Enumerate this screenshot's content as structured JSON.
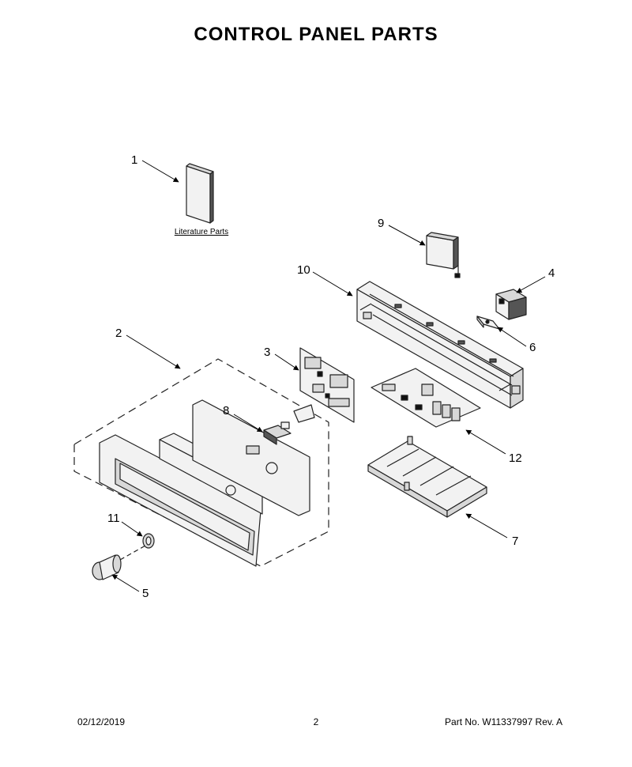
{
  "title": "CONTROL PANEL PARTS",
  "literature_label": "Literature Parts",
  "callouts": [
    {
      "id": "c1",
      "label": "1"
    },
    {
      "id": "c2",
      "label": "2"
    },
    {
      "id": "c3",
      "label": "3"
    },
    {
      "id": "c4",
      "label": "4"
    },
    {
      "id": "c5",
      "label": "5"
    },
    {
      "id": "c6",
      "label": "6"
    },
    {
      "id": "c7",
      "label": "7"
    },
    {
      "id": "c8",
      "label": "8"
    },
    {
      "id": "c9",
      "label": "9"
    },
    {
      "id": "c10",
      "label": "10"
    },
    {
      "id": "c11",
      "label": "11"
    },
    {
      "id": "c12",
      "label": "12"
    }
  ],
  "footer": {
    "date": "02/12/2019",
    "page": "2",
    "part_no": "Part No.  W11337997  Rev.  A"
  }
}
